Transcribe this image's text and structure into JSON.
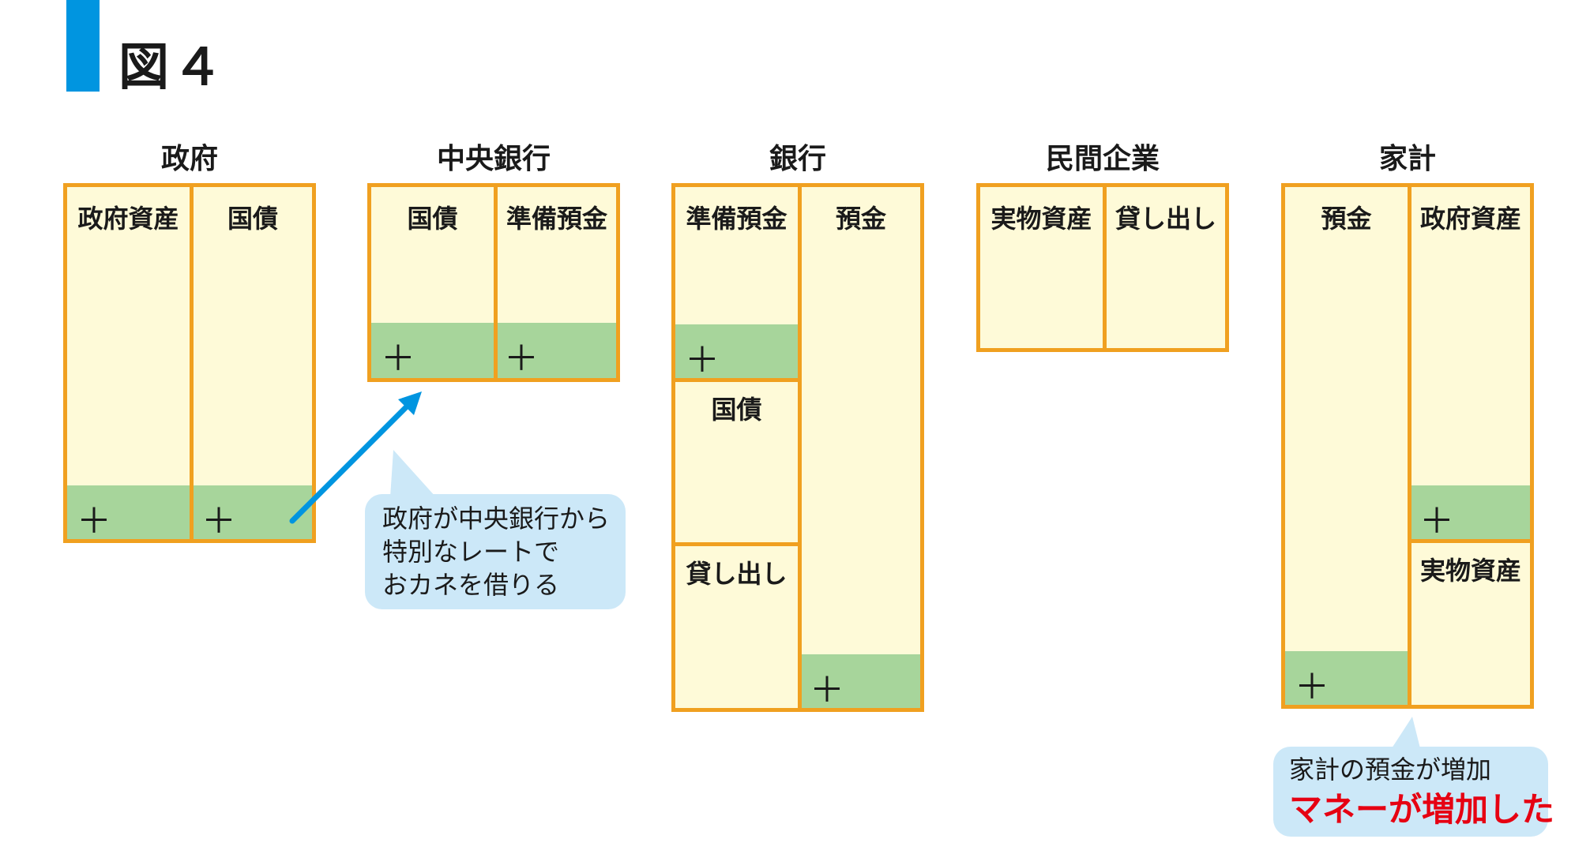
{
  "figure_title": "図４",
  "entities": [
    {
      "name": "政府",
      "cells": [
        "政府資産",
        "国債"
      ]
    },
    {
      "name": "中央銀行",
      "cells": [
        "国債",
        "準備預金"
      ]
    },
    {
      "name": "銀行",
      "cells": [
        "準備預金",
        "預金",
        "国債",
        "貸し出し"
      ]
    },
    {
      "name": "民間企業",
      "cells": [
        "実物資産",
        "貸し出し"
      ]
    },
    {
      "name": "家計",
      "cells": [
        "預金",
        "政府資産",
        "実物資産"
      ]
    }
  ],
  "plus_symbol": "＋",
  "callout_central_bank": {
    "lines": [
      "政府が中央銀行から",
      "特別なレートで",
      "おカネを借りる"
    ]
  },
  "callout_household": {
    "line1": "家計の預金が増加",
    "line2": "マネーが増加した"
  },
  "colors": {
    "accent_blue": "#0095e0",
    "border_orange": "#f0a020",
    "cell_fill": "#fefad8",
    "increase_green": "#a7d59b",
    "callout_fill": "#cce8f8",
    "emphasis_red": "#e60012"
  },
  "icons": [
    "arrow-icon"
  ]
}
